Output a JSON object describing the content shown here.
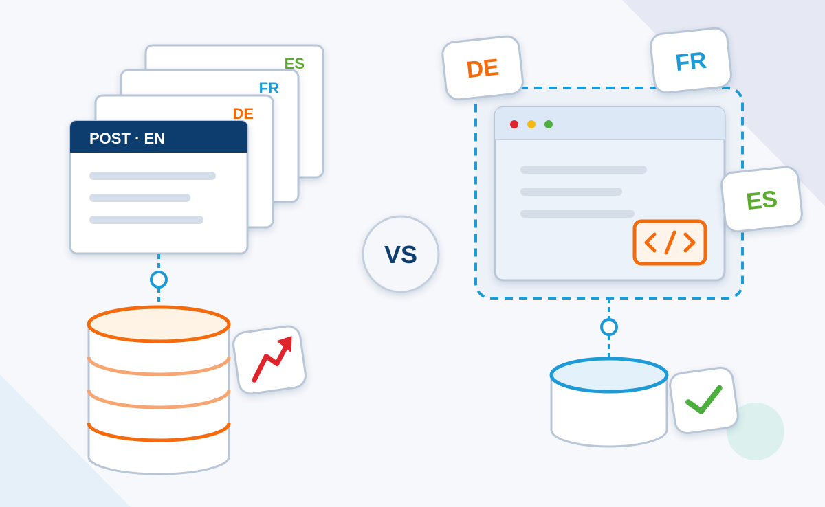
{
  "left": {
    "card_header": "POST · EN",
    "stack_labels": [
      {
        "text": "ES",
        "color": "#5aab2e"
      },
      {
        "text": "FR",
        "color": "#1d9bd9"
      },
      {
        "text": "DE",
        "color": "#f56a0b"
      }
    ],
    "database_color": "#f56a0b",
    "badge_icon": "trend-up-icon",
    "badge_color": "#e0242b"
  },
  "center": {
    "vs_label": "VS"
  },
  "right": {
    "language_tags": [
      {
        "text": "DE",
        "color": "#f56a0b"
      },
      {
        "text": "FR",
        "color": "#1d9bd9"
      },
      {
        "text": "ES",
        "color": "#5aab2e"
      }
    ],
    "window_dots": [
      "#e0242b",
      "#f4b915",
      "#4caf3d"
    ],
    "code_icon": "code-brackets-icon",
    "database_color": "#1d9bd9",
    "badge_icon": "check-icon",
    "badge_color": "#4caf3d"
  },
  "colors": {
    "navy": "#0c3d6e",
    "outline": "#b8c6d8",
    "line_placeholder": "#d5dde9"
  }
}
